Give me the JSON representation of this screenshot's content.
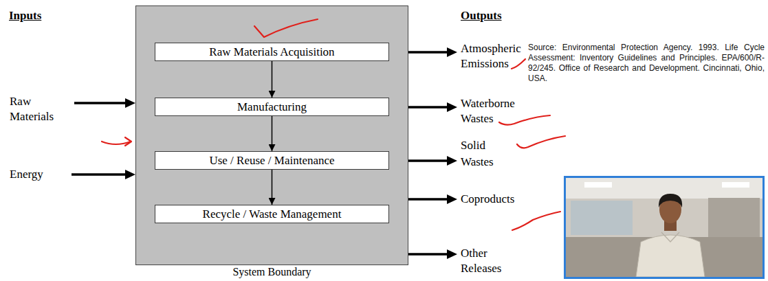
{
  "diagram": {
    "nodes": [
      {
        "text": [
          "System Boundary"
        ]
      },
      {
        "text": [
          "Raw Materials Acquisition"
        ],
        "in": 0
      },
      {
        "text": [
          "Manufacturing"
        ],
        "in": 0
      },
      {
        "text": [
          "Use / Reuse / Maintenance"
        ],
        "in": 0
      },
      {
        "text": [
          "Recycle / Waste Management"
        ],
        "in": 0
      }
    ],
    "edges": [
      {
        "from": 1,
        "to": 2,
        "arrow": "to"
      },
      {
        "from": 2,
        "to": 3,
        "arrow": "to"
      },
      {
        "from": 3,
        "to": 4,
        "arrow": "to"
      }
    ],
    "labels": [
      "Inputs",
      "Outputs",
      "Raw Materials",
      "Energy",
      "Atmospheric Emissions",
      "Waterborne Wastes",
      "Solid Wastes",
      "Coproducts",
      "Other Releases",
      "Source: Environmental Protection Agency. 1993. Life Cycle Assessment: Inventory Guidelines and Principles. EPA/600/R-92/245. Office of Research and Development. Cincinnati, Ohio, USA."
    ]
  }
}
